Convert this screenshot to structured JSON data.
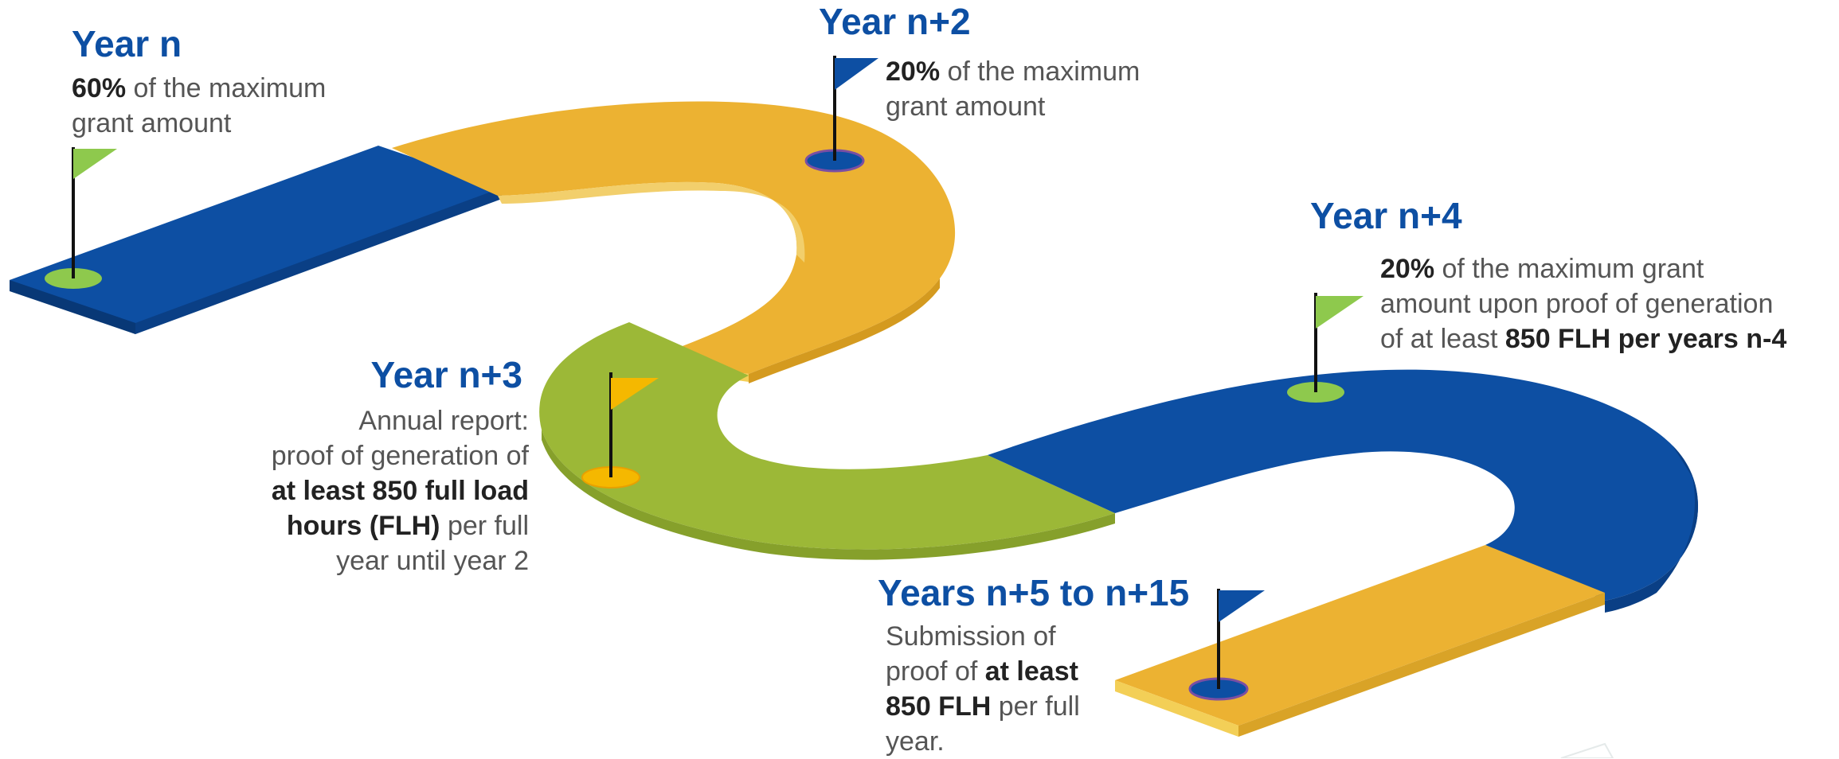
{
  "colors": {
    "blue": "#0d4fa3",
    "yellow": "#ecb232",
    "green": "#9cb837",
    "flag_green": "#8ec94d",
    "flag_yellow": "#f5b800",
    "text_gray": "#555555",
    "text_bold": "#222222"
  },
  "milestones": [
    {
      "title": "Year n",
      "flag_color": "green",
      "lines": [
        [
          {
            "text": "60%",
            "bold": true
          },
          {
            "text": " of the maximum",
            "bold": false
          }
        ],
        [
          {
            "text": "grant amount",
            "bold": false
          }
        ]
      ]
    },
    {
      "title": "Year n+2",
      "flag_color": "blue",
      "lines": [
        [
          {
            "text": "20%",
            "bold": true
          },
          {
            "text": " of the maximum",
            "bold": false
          }
        ],
        [
          {
            "text": "grant amount",
            "bold": false
          }
        ]
      ]
    },
    {
      "title": "Year n+3",
      "flag_color": "yellow",
      "lines": [
        [
          {
            "text": "Annual report:",
            "bold": false
          }
        ],
        [
          {
            "text": "proof of generation of",
            "bold": false
          }
        ],
        [
          {
            "text": "at least 850 full load",
            "bold": true
          }
        ],
        [
          {
            "text": "hours (FLH)",
            "bold": true
          },
          {
            "text": " per full",
            "bold": false
          }
        ],
        [
          {
            "text": "year until year 2",
            "bold": false
          }
        ]
      ]
    },
    {
      "title": "Year n+4",
      "flag_color": "green",
      "lines": [
        [
          {
            "text": "20%",
            "bold": true
          },
          {
            "text": " of the maximum grant",
            "bold": false
          }
        ],
        [
          {
            "text": "amount upon proof of generation",
            "bold": false
          }
        ],
        [
          {
            "text": "of at least ",
            "bold": false
          },
          {
            "text": "850 FLH per years n-4",
            "bold": true
          }
        ]
      ]
    },
    {
      "title": "Years n+5 to n+15",
      "flag_color": "blue",
      "lines": [
        [
          {
            "text": "Submission of",
            "bold": false
          }
        ],
        [
          {
            "text": "proof of ",
            "bold": false
          },
          {
            "text": "at least",
            "bold": true
          }
        ],
        [
          {
            "text": "850 FLH",
            "bold": true
          },
          {
            "text": " per full",
            "bold": false
          }
        ],
        [
          {
            "text": "year.",
            "bold": false
          }
        ]
      ]
    }
  ]
}
